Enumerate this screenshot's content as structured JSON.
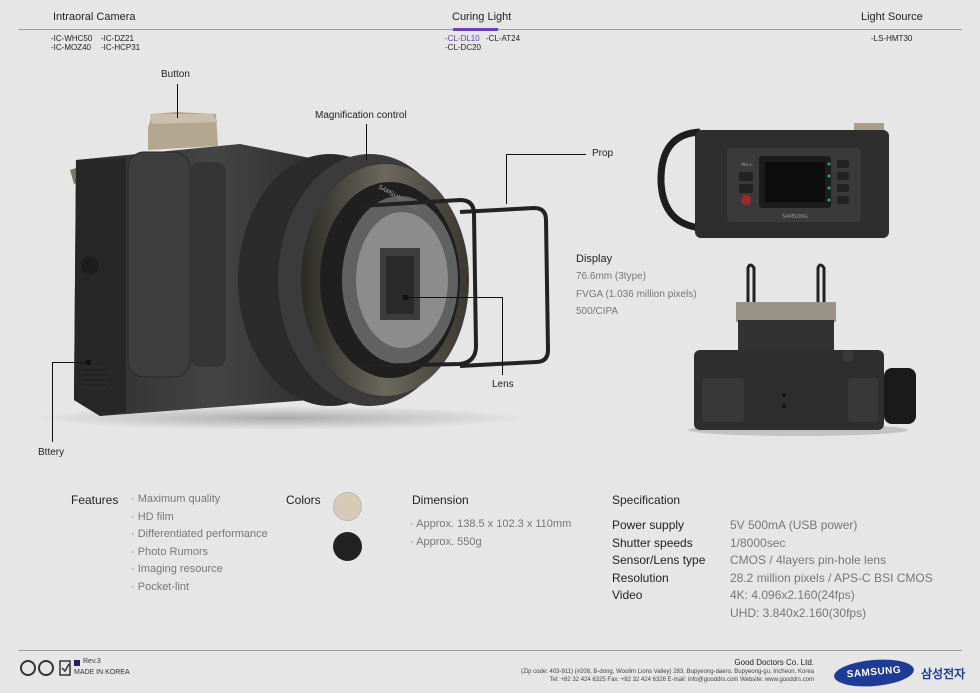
{
  "header": {
    "categories": [
      {
        "label": "Intraoral Camera",
        "models": [
          "-IC-WHC50",
          "-IC-DZ21",
          "-IC-MOZ40",
          "-IC-HCP31"
        ]
      },
      {
        "label": "Curing Light",
        "models": [
          "-CL-DL10",
          "-CL-AT24",
          "-CL-DC20"
        ],
        "active_model": "-CL-DL10"
      },
      {
        "label": "Light Source",
        "models": [
          "-LS-HMT30"
        ]
      }
    ],
    "accent_color": "#6a3fb5"
  },
  "callouts": {
    "button": "Button",
    "magnification": "Magnification control",
    "prop": "Prop",
    "lens": "Lens",
    "battery": "Bttery",
    "lens_ring_text": "SAMSUNG LENS"
  },
  "device_back": {
    "brand": "SAMSUNG",
    "menu_label": "Menu"
  },
  "display": {
    "title": "Display",
    "lines": [
      "76.6mm (3type)",
      "FVGA (1.036 million pixels)",
      "500/CIPA"
    ]
  },
  "features": {
    "title": "Features",
    "items": [
      "Maximum quality",
      "HD film",
      "Differentiated performance",
      "Photo Rumors",
      "Imaging resource",
      "Pocket-lint"
    ]
  },
  "colors": {
    "title": "Colors",
    "swatches": [
      {
        "name": "beige",
        "hex": "#d7cbb8"
      },
      {
        "name": "black",
        "hex": "#222222"
      }
    ]
  },
  "dimension": {
    "title": "Dimension",
    "items": [
      "Approx. 138.5 x 102.3 x 110mm",
      "Approx. 550g"
    ]
  },
  "specification": {
    "title": "Specification",
    "rows": [
      {
        "key": "Power supply",
        "value": "5V 500mA (USB power)"
      },
      {
        "key": "Shutter speeds",
        "value": "1/8000sec"
      },
      {
        "key": "Sensor/Lens type",
        "value": "CMOS / 4layers pin-hole lens"
      },
      {
        "key": "Resolution",
        "value": "28.2 million pixels / APS-C BSI CMOS"
      },
      {
        "key": "Video",
        "value": "4K: 4.096x2.160(24fps)"
      },
      {
        "key": "",
        "value": "UHD: 3.840x2.160(30fps)"
      }
    ]
  },
  "footer": {
    "rev": "Rev.3",
    "made_in": "MADE IN KOREA",
    "company": "Good Doctors Co. Ltd.",
    "address": "(Zip code: 403-911) (#208, B-dong, Woolim Lions Valley) 283, Bupyeong-daero, Bupyeong-gu, Incheon, Korea",
    "contact": "Tel: +82 32 424 6325     Fax: +82 32 424 6326     E-mail: info@gooddrs.com     Website: www.gooddrs.com",
    "brand_logo": "SAMSUNG",
    "brand_korean": "삼성전자"
  }
}
